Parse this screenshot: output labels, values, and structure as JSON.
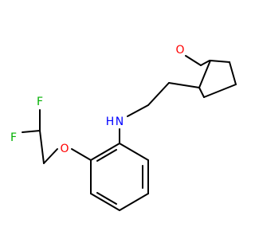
{
  "molecule": {
    "atoms": {
      "F1": "F",
      "F2": "F",
      "O_ether": "O",
      "N": "N",
      "H": "H",
      "O_ring": "O"
    },
    "colors": {
      "F": "#00b000",
      "O": "#ff0000",
      "N": "#0000ff",
      "bond": "#000000",
      "background": "#ffffff"
    }
  }
}
